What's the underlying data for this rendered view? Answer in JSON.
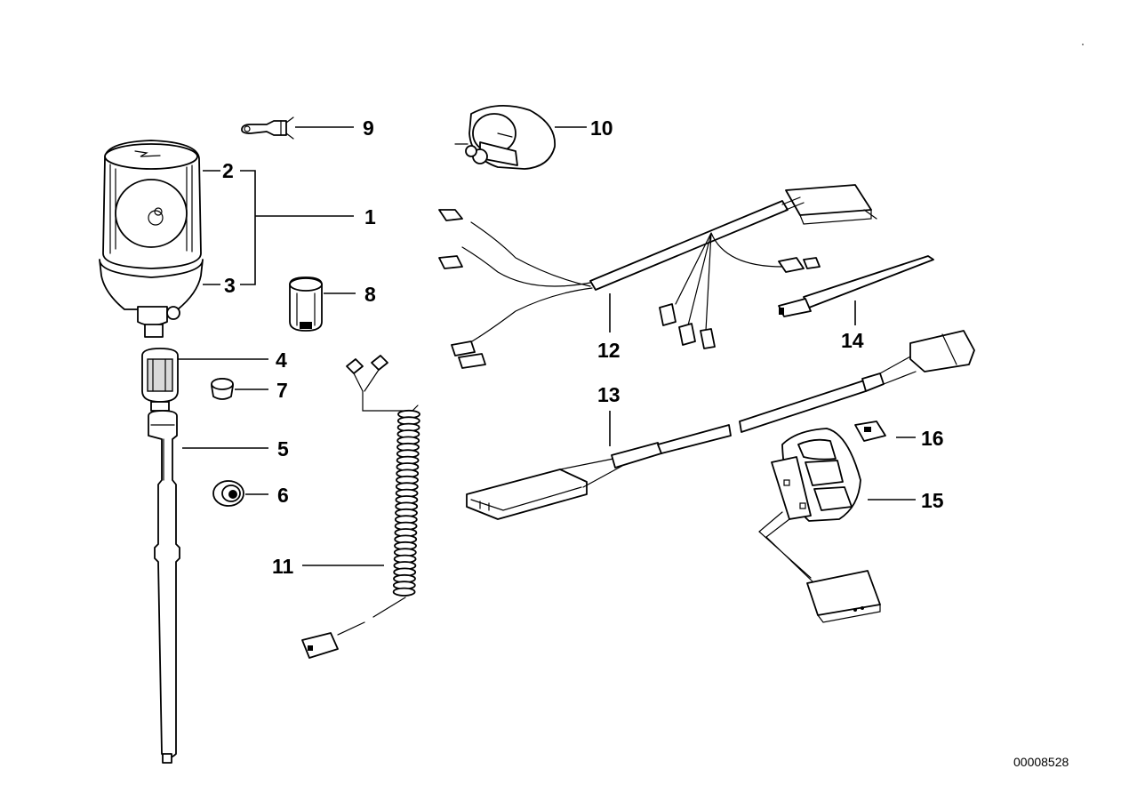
{
  "callouts": {
    "c1": "1",
    "c2": "2",
    "c3": "3",
    "c4": "4",
    "c5": "5",
    "c6": "6",
    "c7": "7",
    "c8": "8",
    "c9": "9",
    "c10": "10",
    "c11": "11",
    "c12": "12",
    "c13": "13",
    "c14": "14",
    "c15": "15",
    "c16": "16"
  },
  "document_id": "00008528"
}
